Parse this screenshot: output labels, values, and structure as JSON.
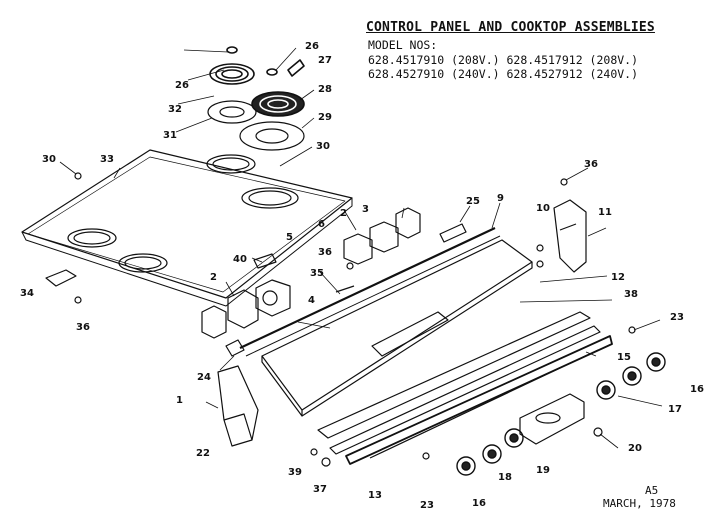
{
  "header": {
    "title": "CONTROL PANEL AND COOKTOP ASSEMBLIES",
    "model_label": "MODEL NOS:",
    "models_line1": "628.4517910 (208V.) 628.4517912 (208V.)",
    "models_line2": "628.4527910 (240V.) 628.4527912 (240V.)"
  },
  "footer": {
    "code": "A5",
    "date": "MARCH, 1978"
  },
  "callouts": [
    "1",
    "2",
    "2",
    "3",
    "4",
    "5",
    "6",
    "9",
    "10",
    "11",
    "12",
    "13",
    "15",
    "16",
    "16",
    "17",
    "18",
    "19",
    "20",
    "22",
    "23",
    "23",
    "24",
    "25",
    "26",
    "26",
    "27",
    "28",
    "29",
    "30",
    "30",
    "31",
    "32",
    "33",
    "34",
    "35",
    "36",
    "36",
    "36",
    "37",
    "38",
    "39",
    "40"
  ],
  "colors": {
    "ink": "#111111",
    "paper": "#ffffff",
    "shade": "#222222"
  }
}
